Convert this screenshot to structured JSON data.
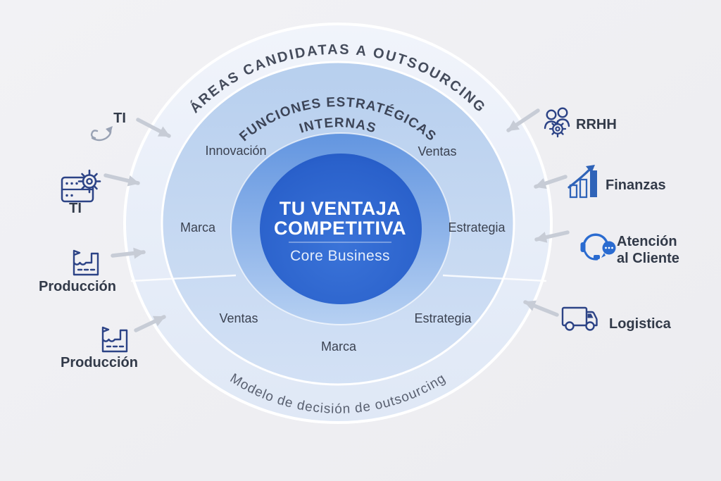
{
  "rings": {
    "outer_title": "ÁREAS CANDIDATAS A OUTSOURCING",
    "middle_title_line1": "FUNCIONES ESTRATÉGICAS",
    "middle_title_line2": "INTERNAS",
    "bottom_caption": "Modelo de decisión de outsourcing"
  },
  "core": {
    "title_line1": "TU VENTAJA",
    "title_line2": "COMPETITIVA",
    "subtitle": "Core Business"
  },
  "inner_labels": {
    "innovacion": "Innovación",
    "ventas_top": "Ventas",
    "marca_left": "Marca",
    "estrategia_right": "Estrategia",
    "ventas_bottom": "Ventas",
    "estrategia_bottom": "Estrategia",
    "marca_bottom": "Marca"
  },
  "left_items": [
    {
      "label": "TI",
      "icon": "curved-arrow-icon"
    },
    {
      "label": "TI",
      "icon": "server-gear-icon"
    },
    {
      "label": "Producción",
      "icon": "factory-icon"
    },
    {
      "label": "Producción",
      "icon": "factory-icon"
    }
  ],
  "right_items": [
    {
      "label": "RRHH",
      "icon": "people-gear-icon"
    },
    {
      "label": "Finanzas",
      "icon": "growth-chart-icon"
    },
    {
      "label": "Atención",
      "label_line2": "al Cliente",
      "icon": "headset-icon"
    },
    {
      "label": "Logistica",
      "icon": "truck-icon"
    }
  ],
  "colors": {
    "background": "#f0f0f3",
    "outer_ring": "#e9effa",
    "middle_ring": "#c3d7f1",
    "halo_ring_top": "#6295e0",
    "halo_ring_bottom": "#b6d0f2",
    "core_blue_center": "#3a73d8",
    "core_blue_edge": "#2155c0",
    "icon_navy": "#2c4386",
    "icon_blue": "#2a6bd0",
    "arrow_gray": "#c7ccd6",
    "label_dark": "#323a49",
    "ring_label_dark": "#3b4251"
  }
}
